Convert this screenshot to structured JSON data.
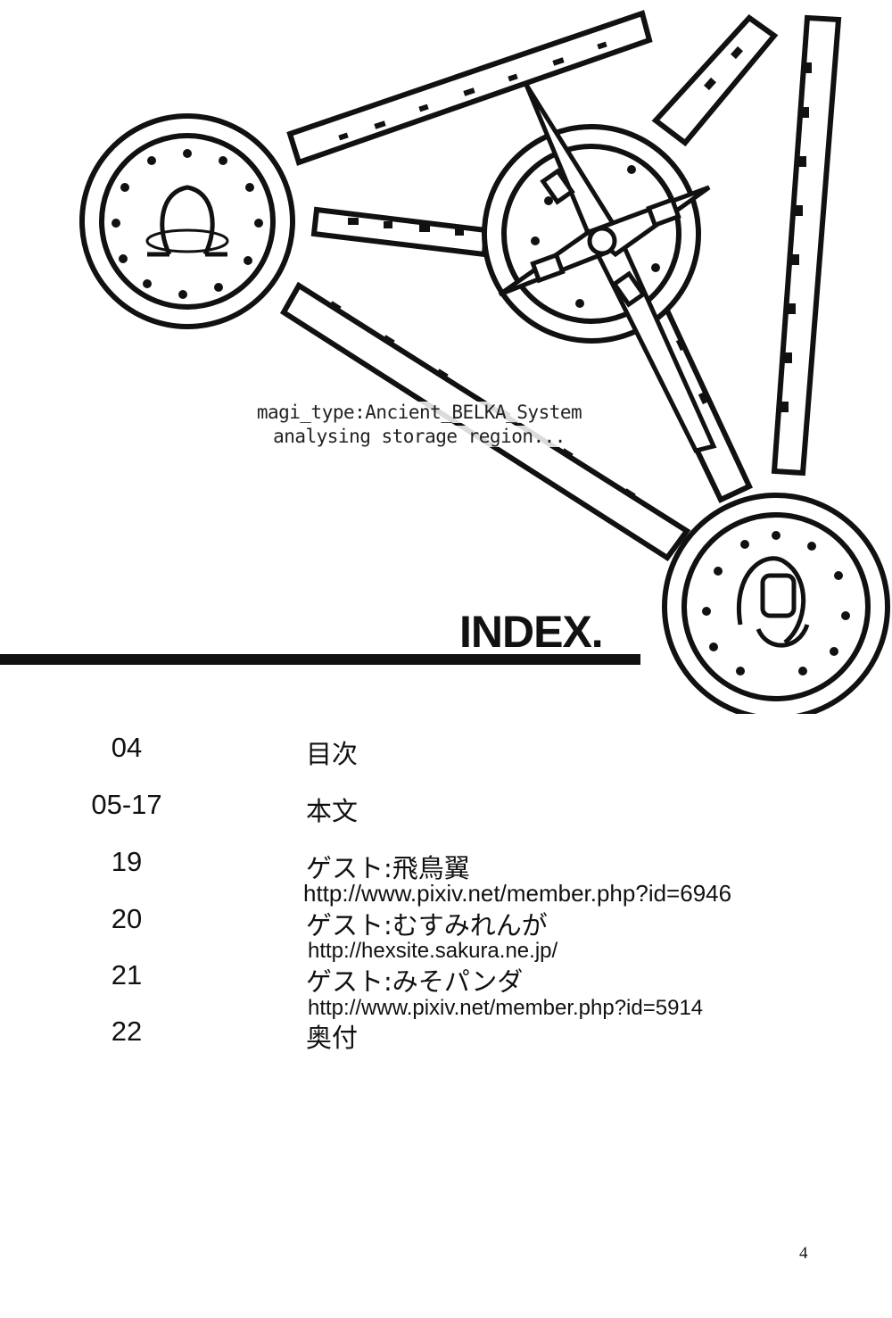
{
  "caption": {
    "line1": "magi_type:Ancient_BELKA_System",
    "line2": "analysing storage region..."
  },
  "index": {
    "title": "INDEX.",
    "entries": [
      {
        "page": "04",
        "label": "目次"
      },
      {
        "page": "05-17",
        "label": "本文"
      },
      {
        "page": "19",
        "label": "ゲスト:飛鳥翼",
        "url": "http://www.pixiv.net/member.php?id=6946"
      },
      {
        "page": "20",
        "label": "ゲスト:むすみれんが",
        "url": "http://hexsite.sakura.ne.jp/"
      },
      {
        "page": "21",
        "label": "ゲスト:みそパンダ",
        "url": "http://www.pixiv.net/member.php?id=5914"
      },
      {
        "page": "22",
        "label": "奥付"
      }
    ]
  },
  "page_number": "4"
}
